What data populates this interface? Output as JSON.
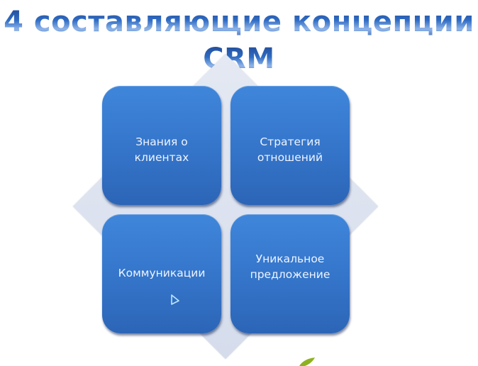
{
  "slide": {
    "title_line1": "4 составляющие концепции",
    "title_line2": "CRM"
  },
  "diagram": {
    "type": "matrix-2x2-on-diamond",
    "background_shape": "diamond",
    "colors": {
      "box_fill": "#3576cb",
      "box_text": "#eef4ff",
      "diamond_fill": "#dde3ef",
      "title": "#2a5fb0"
    },
    "boxes": [
      {
        "position": "top-left",
        "label": "Знания о\nклиентах"
      },
      {
        "position": "top-right",
        "label": "Стратегия\nотношений"
      },
      {
        "position": "bottom-left",
        "label": "Коммуникации"
      },
      {
        "position": "bottom-right",
        "label": "Уникальное\nпредложение"
      }
    ]
  },
  "icons": {
    "cursor": "mouse-pointer-icon",
    "leaf": "green-leaf-icon"
  }
}
